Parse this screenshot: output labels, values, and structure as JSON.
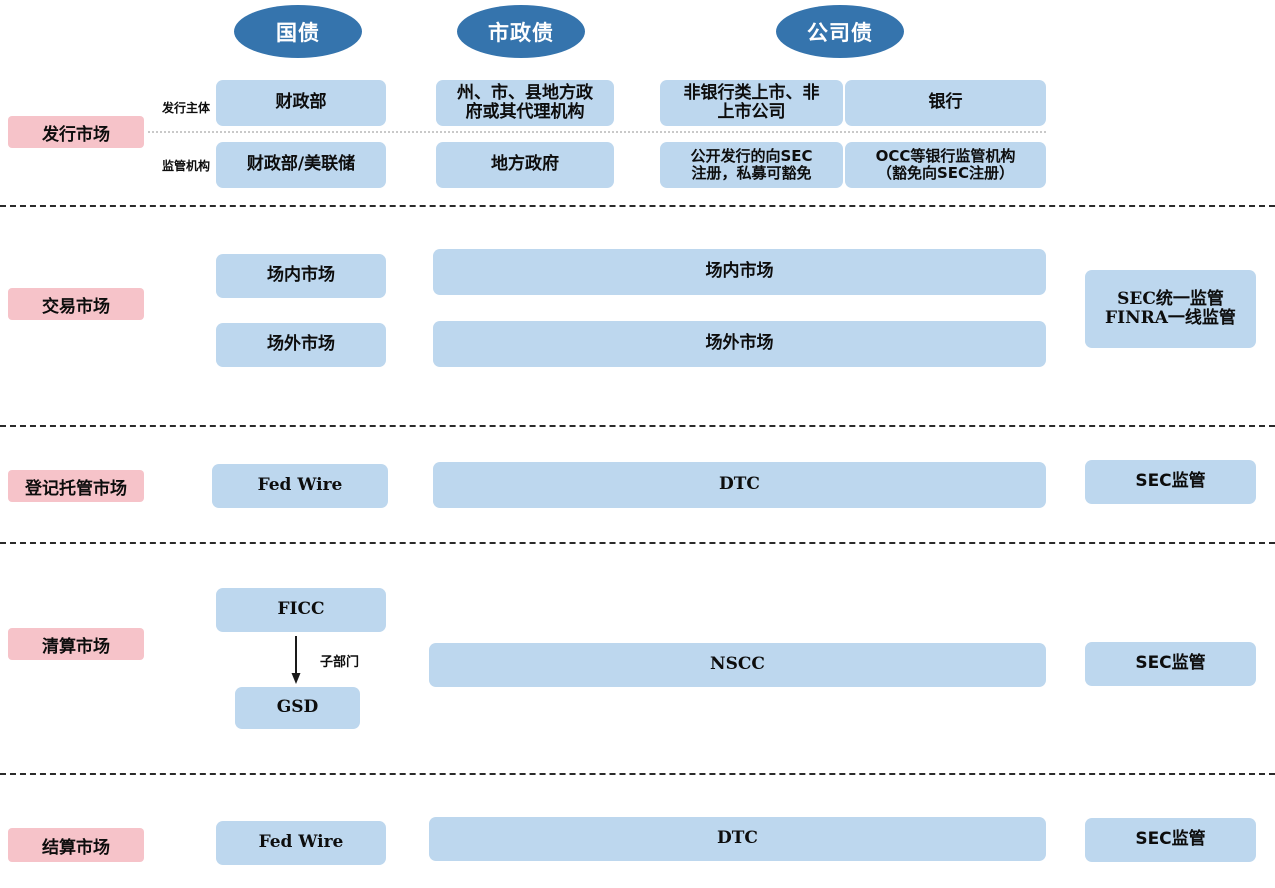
{
  "colors": {
    "ellipse_blue": "#3574AD",
    "box_blue": "#BDD7EE",
    "label_pink": "#F6C3C9",
    "divider": "#2b2b2b",
    "text": "#0d0d0d"
  },
  "bond_types": [
    {
      "label": "国债"
    },
    {
      "label": "市政债"
    },
    {
      "label": "公司债"
    }
  ],
  "stage_labels": [
    {
      "label": "发行市场"
    },
    {
      "label": "交易市场"
    },
    {
      "label": "登记托管市场"
    },
    {
      "label": "清算市场"
    },
    {
      "label": "结算市场"
    }
  ],
  "issuance": {
    "row_labels": [
      {
        "label": "发行主体"
      },
      {
        "label": "监管机构"
      }
    ],
    "issuer_row": [
      {
        "label": "财政部"
      },
      {
        "label": "州、市、县地方政\n府或其代理机构"
      },
      {
        "label": "非银行类上市、非\n上市公司"
      },
      {
        "label": "银行"
      }
    ],
    "regulator_row": [
      {
        "label": "财政部/美联储"
      },
      {
        "label": "地方政府"
      },
      {
        "label": "公开发行的向SEC\n注册，私募可豁免"
      },
      {
        "label": "OCC等银行监管机构\n（豁免向SEC注册）"
      }
    ]
  },
  "trading": {
    "treasury": [
      {
        "label": "场内市场"
      },
      {
        "label": "场外市场"
      }
    ],
    "wide": [
      {
        "label": "场内市场"
      },
      {
        "label": "场外市场"
      }
    ],
    "supervision": {
      "label": "SEC统一监管\nFINRA一线监管"
    }
  },
  "custody": {
    "treasury": {
      "label": "Fed Wire"
    },
    "wide": {
      "label": "DTC"
    },
    "supervision": {
      "label": "SEC监管"
    }
  },
  "clearing": {
    "treasury_top": {
      "label": "FICC"
    },
    "treasury_bottom": {
      "label": "GSD"
    },
    "arrow_label": {
      "label": "子部门"
    },
    "wide": {
      "label": "NSCC"
    },
    "supervision": {
      "label": "SEC监管"
    }
  },
  "settlement": {
    "treasury": {
      "label": "Fed Wire"
    },
    "wide": {
      "label": "DTC"
    },
    "supervision": {
      "label": "SEC监管"
    }
  }
}
